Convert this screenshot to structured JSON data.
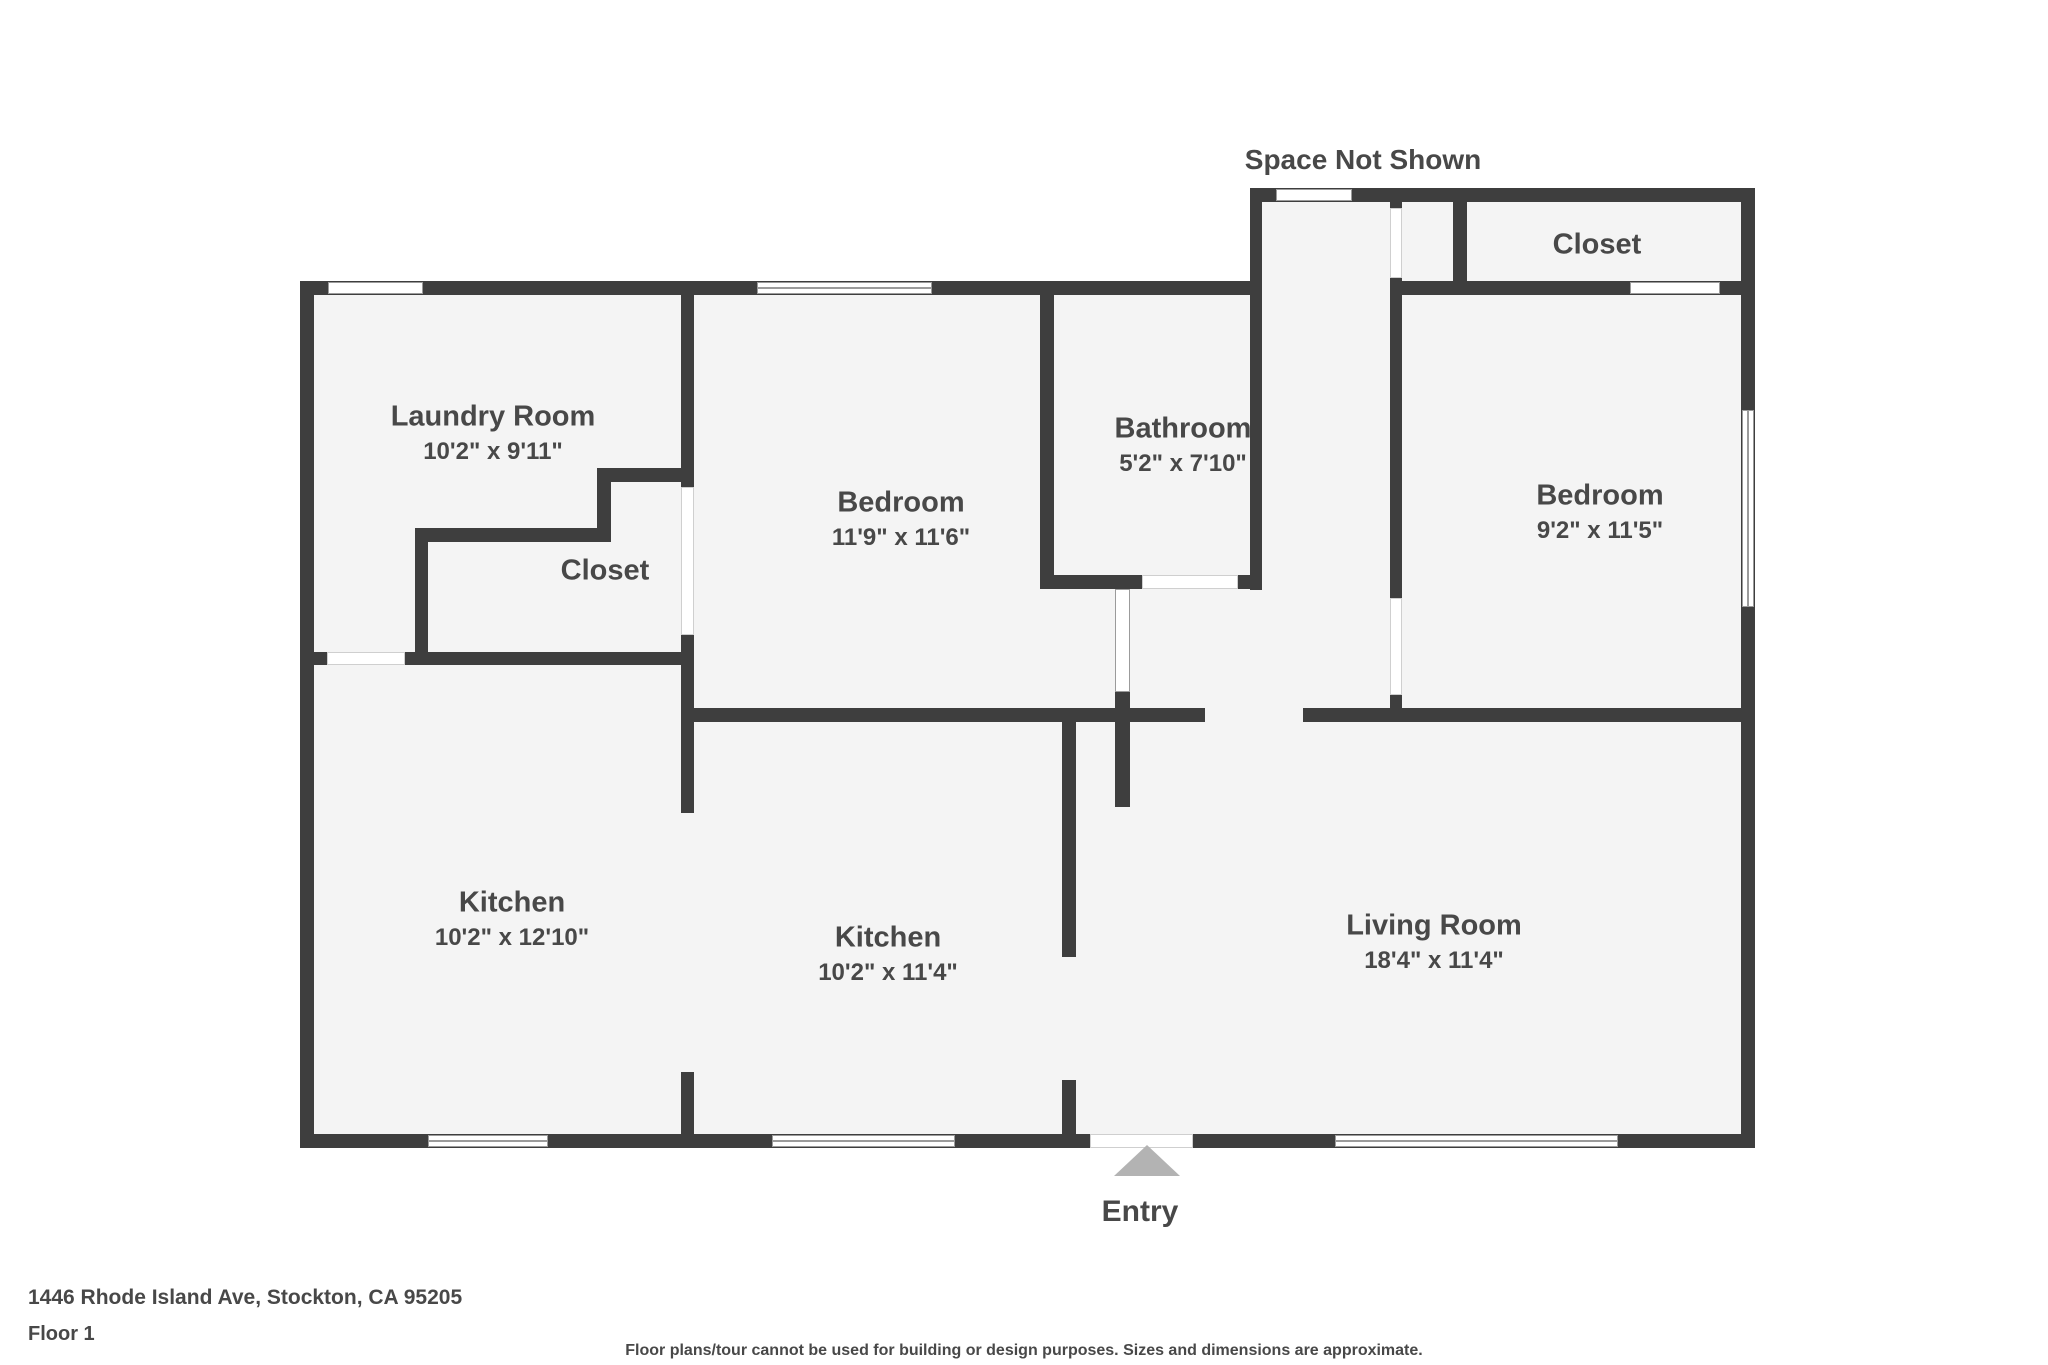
{
  "labels": {
    "space_not_shown": "Space Not Shown",
    "entry": "Entry"
  },
  "rooms": {
    "laundry": {
      "name": "Laundry Room",
      "dims": "10'2\" x 9'11\""
    },
    "bedroom_middle": {
      "name": "Bedroom",
      "dims": "11'9\" x 11'6\""
    },
    "bathroom": {
      "name": "Bathroom",
      "dims": "5'2\" x 7'10\""
    },
    "bedroom_right": {
      "name": "Bedroom",
      "dims": "9'2\" x 11'5\""
    },
    "closet_top": {
      "name": "Closet"
    },
    "closet_left": {
      "name": "Closet"
    },
    "kitchen_left": {
      "name": "Kitchen",
      "dims": "10'2\" x 12'10\""
    },
    "kitchen_middle": {
      "name": "Kitchen",
      "dims": "10'2\" x 11'4\""
    },
    "living_room": {
      "name": "Living Room",
      "dims": "18'4\" x 11'4\""
    }
  },
  "footer": {
    "address": "1446 Rhode Island Ave, Stockton, CA 95205",
    "floor": "Floor 1",
    "disclaimer": "Floor plans/tour cannot be used for building or design purposes. Sizes and dimensions are approximate."
  },
  "colors": {
    "wall": "#3e3e3e",
    "floor": "#f4f4f4",
    "text": "#484848",
    "entry_arrow": "#b3b3b3"
  }
}
